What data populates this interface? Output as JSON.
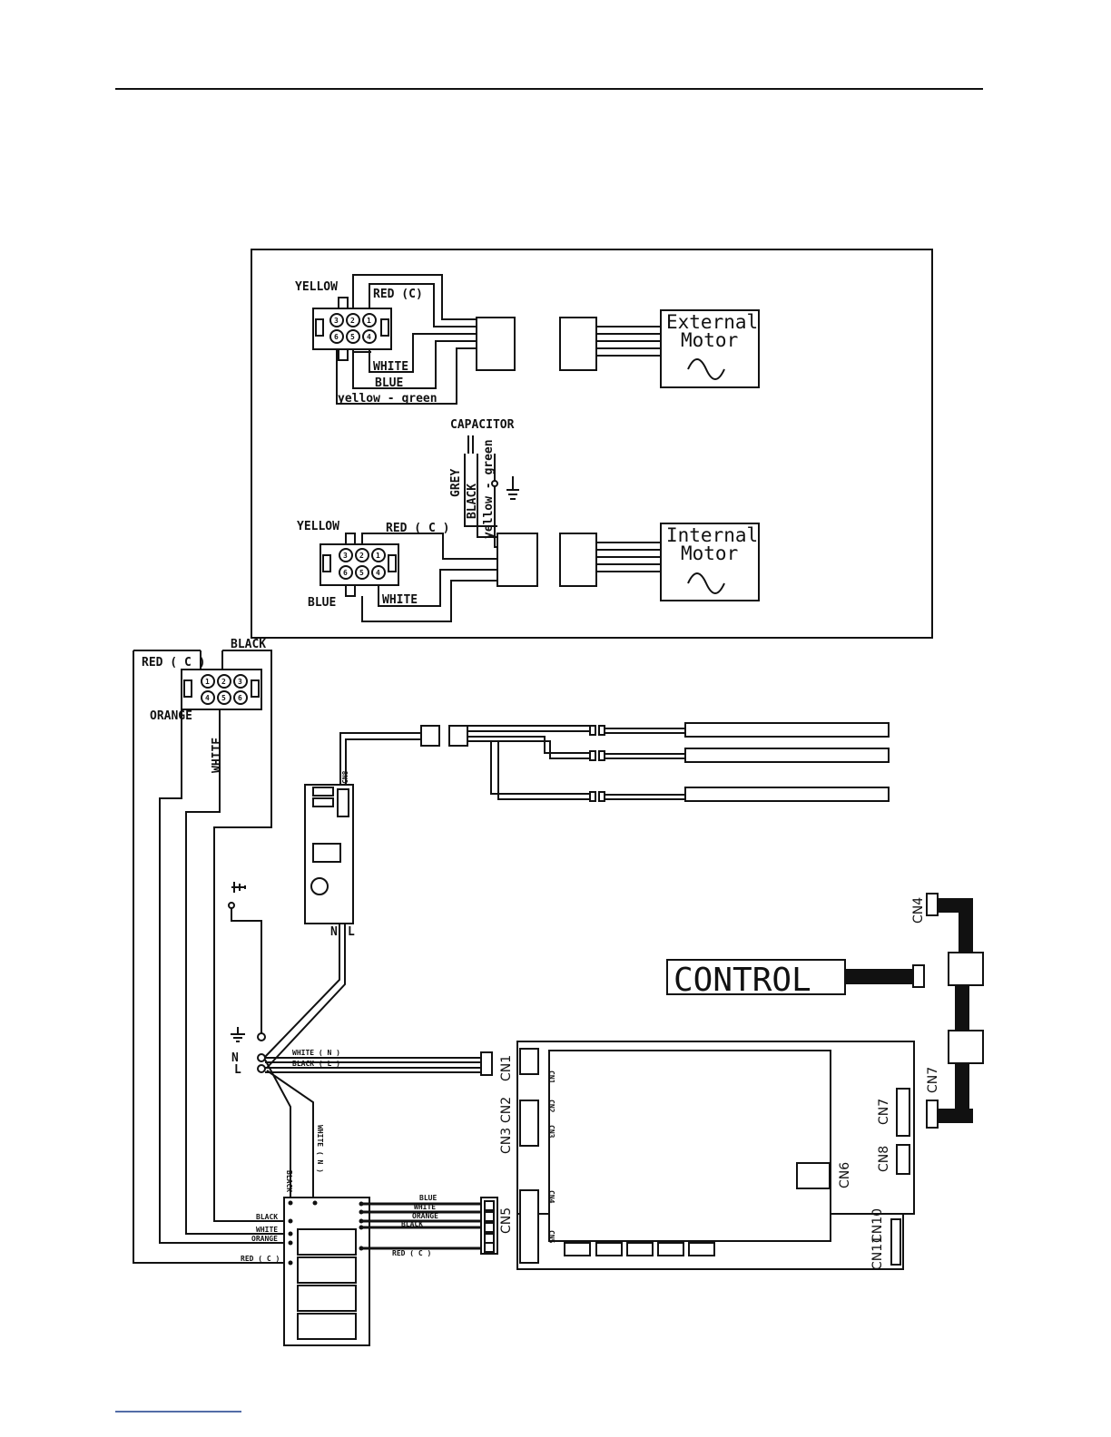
{
  "external_motor": {
    "title_line1": "External",
    "title_line2": "Motor",
    "wires": {
      "yellow": "YELLOW",
      "red": "RED (C)",
      "white": "WHITE",
      "blue": "BLUE",
      "yellow_green": "yellow - green"
    },
    "pins": [
      "3",
      "2",
      "1",
      "6",
      "5",
      "4"
    ]
  },
  "internal_motor": {
    "title_line1": "Internal",
    "title_line2": "Motor",
    "capacitor": "CAPACITOR",
    "wires": {
      "yellow": "YELLOW",
      "red": "RED ( C )",
      "white": "WHITE",
      "blue": "BLUE",
      "grey": "GREY",
      "black": "BLACK",
      "yellow_green": "yellow - green"
    },
    "pins": [
      "3",
      "2",
      "1",
      "6",
      "5",
      "4"
    ]
  },
  "compressor_connector": {
    "black": "BLACK",
    "red": "RED ( C )",
    "orange": "ORANGE",
    "white": "WHITE",
    "pins": [
      "1",
      "2",
      "3",
      "4",
      "5",
      "6"
    ]
  },
  "terminal": {
    "n": "N",
    "l": "L",
    "white_n": "WHITE ( N )",
    "black_l": "BLACK ( L )"
  },
  "relay_wires": {
    "black_l": "BLACK ( L )",
    "white_n": "WHITE ( N )",
    "black": "BLACK",
    "white": "WHITE",
    "orange": "ORANGE",
    "red": "RED ( C )"
  },
  "cn5_wires": {
    "blue": "BLUE",
    "white": "WHITE",
    "orange": "ORANGE",
    "black": "BLACK",
    "red": "RED ( C )"
  },
  "control_label": "CONTROL",
  "connectors": {
    "cn1": "CN1",
    "cn2": "CN2",
    "cn3": "CN3",
    "cn4": "CN4",
    "cn5": "CN5",
    "cn6": "CN6",
    "cn7": "CN7",
    "cn8": "CN8",
    "cn10": "CN10",
    "cn11": "CN11",
    "cn8_small": "CN8",
    "n": "N",
    "l": "L"
  }
}
